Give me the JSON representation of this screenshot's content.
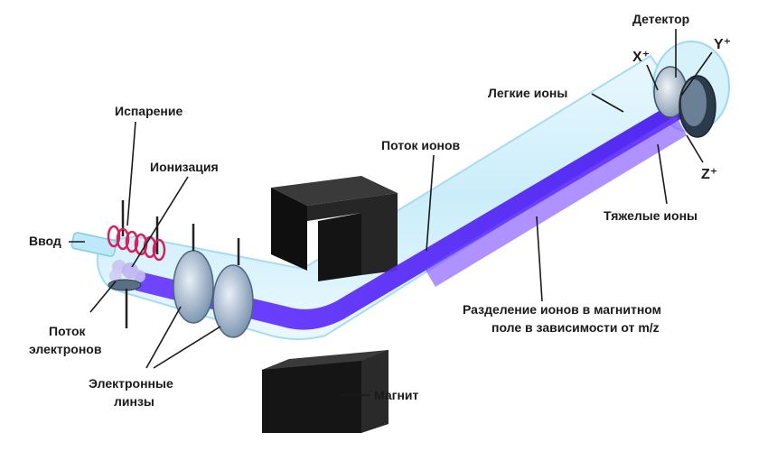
{
  "labels": {
    "vvod": "Ввод",
    "isparenie": "Испарение",
    "ionizatsiya": "Ионизация",
    "potok_elektronov_1": "Поток",
    "potok_elektronov_2": "электронов",
    "linzy_1": "Электронные",
    "linzy_2": "линзы",
    "magnit": "Магнит",
    "potok_ionov": "Поток ионов",
    "legkie_iony": "Легкие ионы",
    "detektor": "Детектор",
    "x_plus": "X⁺",
    "y_plus": "Y⁺",
    "z_plus": "Z⁺",
    "tyazhelye_iony": "Тяжелые ионы",
    "razdelenie_1": "Разделение ионов в магнитном",
    "razdelenie_2": "поле в зависимости от m/z"
  },
  "colors": {
    "beam": "#5a2cff",
    "tube": "#cfeffb",
    "tube_edge": "#8fd3f0",
    "magnet": "#1c1c1c",
    "coil": "#d9205a"
  }
}
